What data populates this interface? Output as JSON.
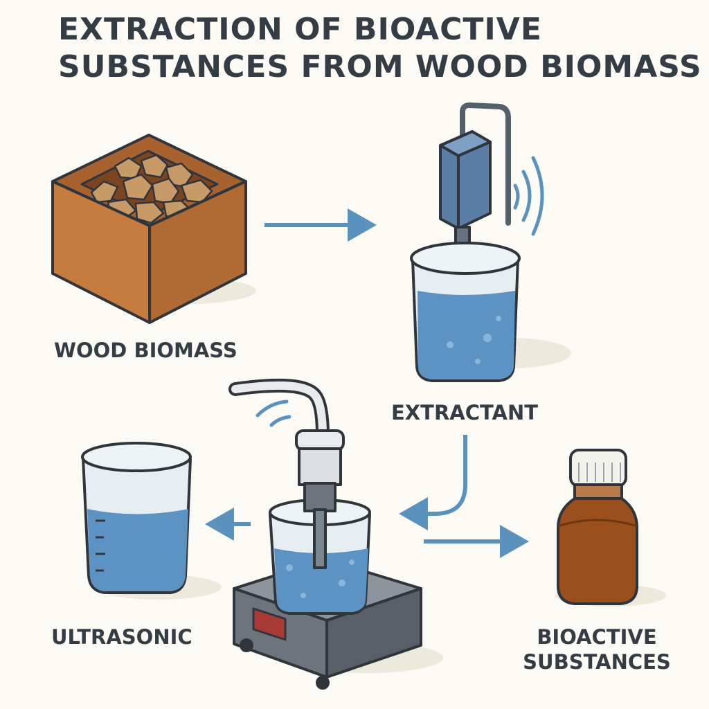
{
  "title": {
    "line1": "EXTRACTION OF BIOACTIVE",
    "line2": "SUBSTANCES FROM WOOD BIOMASS"
  },
  "labels": {
    "wood_biomass": "WOOD BIOMASS",
    "extractant": "EXTRACTANT",
    "ultrasonic": "ULTRASONIC",
    "bioactive_line1": "BIOACTIVE",
    "bioactive_line2": "SUBSTANCES"
  },
  "colors": {
    "background": "#fbfaf4",
    "outline": "#2f353b",
    "arrow": "#5a92bd",
    "liquid": "#5d93c2",
    "wood_box": "#c0783b",
    "bottle": "#9a4f1d"
  },
  "icons": [
    "wood-box-icon",
    "sonicator-probe-icon",
    "beaker-icon",
    "hotplate-icon",
    "amber-bottle-icon",
    "sound-wave-icon"
  ]
}
